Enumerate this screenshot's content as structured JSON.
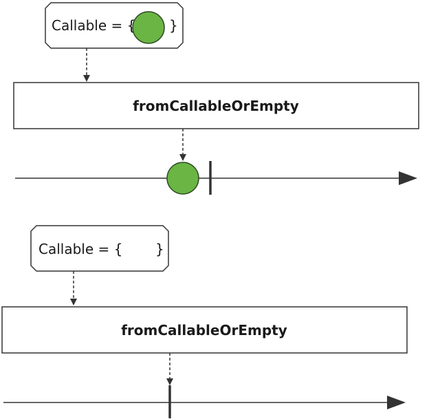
{
  "diagram": {
    "colors": {
      "stroke": "#333333",
      "item_fill": "#6ab544",
      "item_stroke": "#2e4a22",
      "background": "#ffffff"
    },
    "top_case": {
      "callable_open": "Callable = {",
      "callable_close": "}",
      "operator_label": "fromCallableOrEmpty",
      "emits_item": true
    },
    "bottom_case": {
      "callable_open": "Callable = {",
      "callable_close": "}",
      "operator_label": "fromCallableOrEmpty",
      "emits_item": false
    }
  }
}
